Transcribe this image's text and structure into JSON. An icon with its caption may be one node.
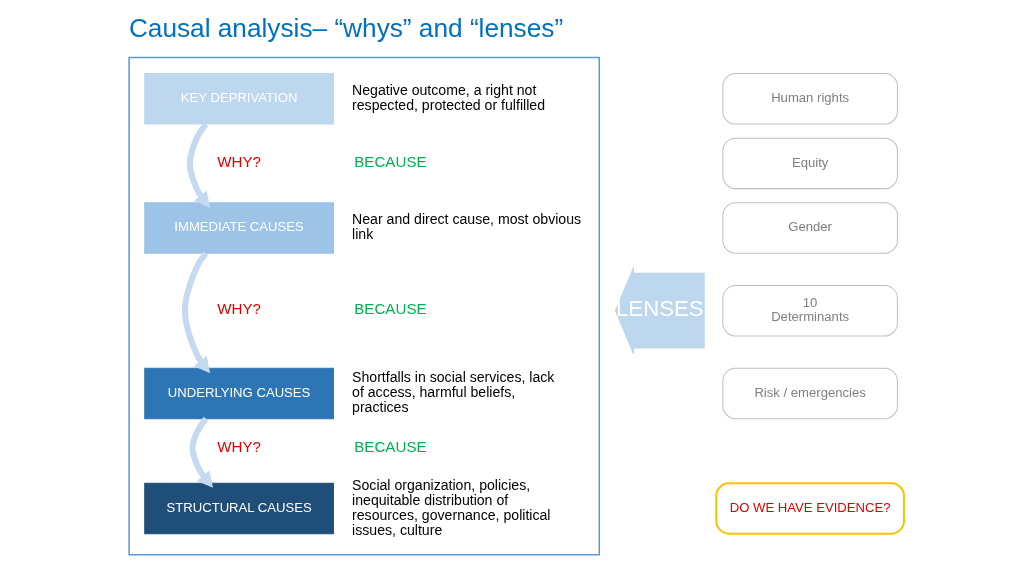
{
  "diagram": {
    "title": "Causal analysis– “whys” and “lenses”",
    "nodes": [
      {
        "text": [],
        "shape": "box"
      },
      {
        "text": [
          "KEY DEPRIVATION"
        ],
        "in": 0,
        "beside": [
          "Negative outcome, a right not respected, protected or fulfilled"
        ]
      },
      {
        "text": [
          "IMMEDIATE CAUSES"
        ],
        "in": 0,
        "beside": [
          "Near and direct cause, most obvious link"
        ]
      },
      {
        "text": [
          "UNDERLYING CAUSES"
        ],
        "in": 0,
        "beside": [
          "Shortfalls in social services, lack of access, harmful beliefs, practices"
        ]
      },
      {
        "text": [
          "STRUCTURAL CAUSES"
        ],
        "in": 0,
        "beside": [
          "Social organization, policies, inequitable distribution of resources, governance, political issues, culture"
        ]
      },
      {
        "text": [
          "LENSES"
        ]
      },
      {
        "text": [
          "Human rights"
        ]
      },
      {
        "text": [
          "Equity"
        ]
      },
      {
        "text": [
          "Gender"
        ]
      },
      {
        "text": [
          "10",
          "Determinants"
        ]
      },
      {
        "text": [
          "Risk / emergencies"
        ]
      },
      {
        "text": [
          "DO WE HAVE EVIDENCE?"
        ]
      }
    ],
    "edges": [
      {
        "from": 1,
        "to": 2,
        "arrow": "to"
      },
      {
        "from": 2,
        "to": 3,
        "arrow": "to"
      },
      {
        "from": 3,
        "to": 4,
        "arrow": "to"
      }
    ],
    "labels": [
      "WHY?",
      "BECAUSE",
      "WHY?",
      "BECAUSE",
      "WHY?",
      "BECAUSE"
    ]
  }
}
